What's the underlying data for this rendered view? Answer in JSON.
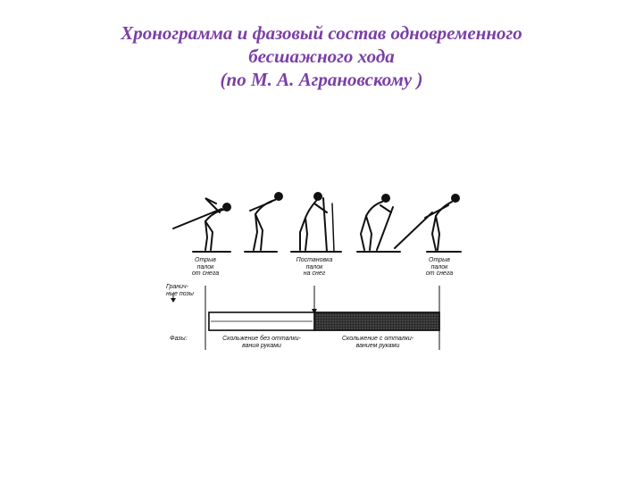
{
  "slide": {
    "title_lines": [
      "Хронограмма и фазовый состав одновременного",
      "бесшажного хода",
      "(по М. А. Аграновскому )"
    ]
  },
  "figure": {
    "events": [
      {
        "label": "Отрыв\nпалок\nот снега"
      },
      {
        "label": "Постановка\nпалок\nна снег"
      },
      {
        "label": "Отрыв\nпалок\nот снега"
      }
    ],
    "boundaries_label": "Гранич-\nные позы",
    "phases_label": "Фазы:",
    "phases": [
      {
        "label": "Скольжение без отталки-\nвания руками",
        "fill": "#ffffff"
      },
      {
        "label": "Скольжение с отталки-\nванием руками",
        "fill": "#1a1a1a"
      }
    ]
  }
}
